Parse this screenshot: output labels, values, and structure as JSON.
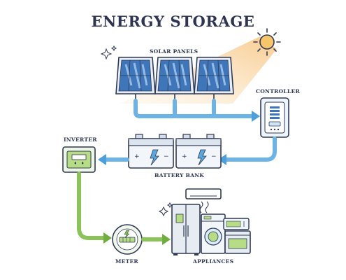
{
  "title": "ENERGY STORAGE",
  "labels": {
    "solar_panels": "SOLAR PANELS",
    "controller": "CONTROLLER",
    "inverter": "INVERTER",
    "battery_bank": "BATTERY BANK",
    "meter": "METER",
    "appliances": "APPLIANCES"
  },
  "icons": {
    "sun": "sun-icon",
    "sparkle": "sparkle-icon",
    "lightning": "lightning-bolt-icon"
  },
  "colors": {
    "outline": "#2f3a56",
    "solar_cell": "#3d73b6",
    "solar_cell_light": "#9cc3ea",
    "flow_blue": "#5aa8de",
    "flow_green": "#7fba4a",
    "device_green": "#b7dc86",
    "sun": "#f6c56b",
    "sun_beam": "#fbe3b7"
  }
}
